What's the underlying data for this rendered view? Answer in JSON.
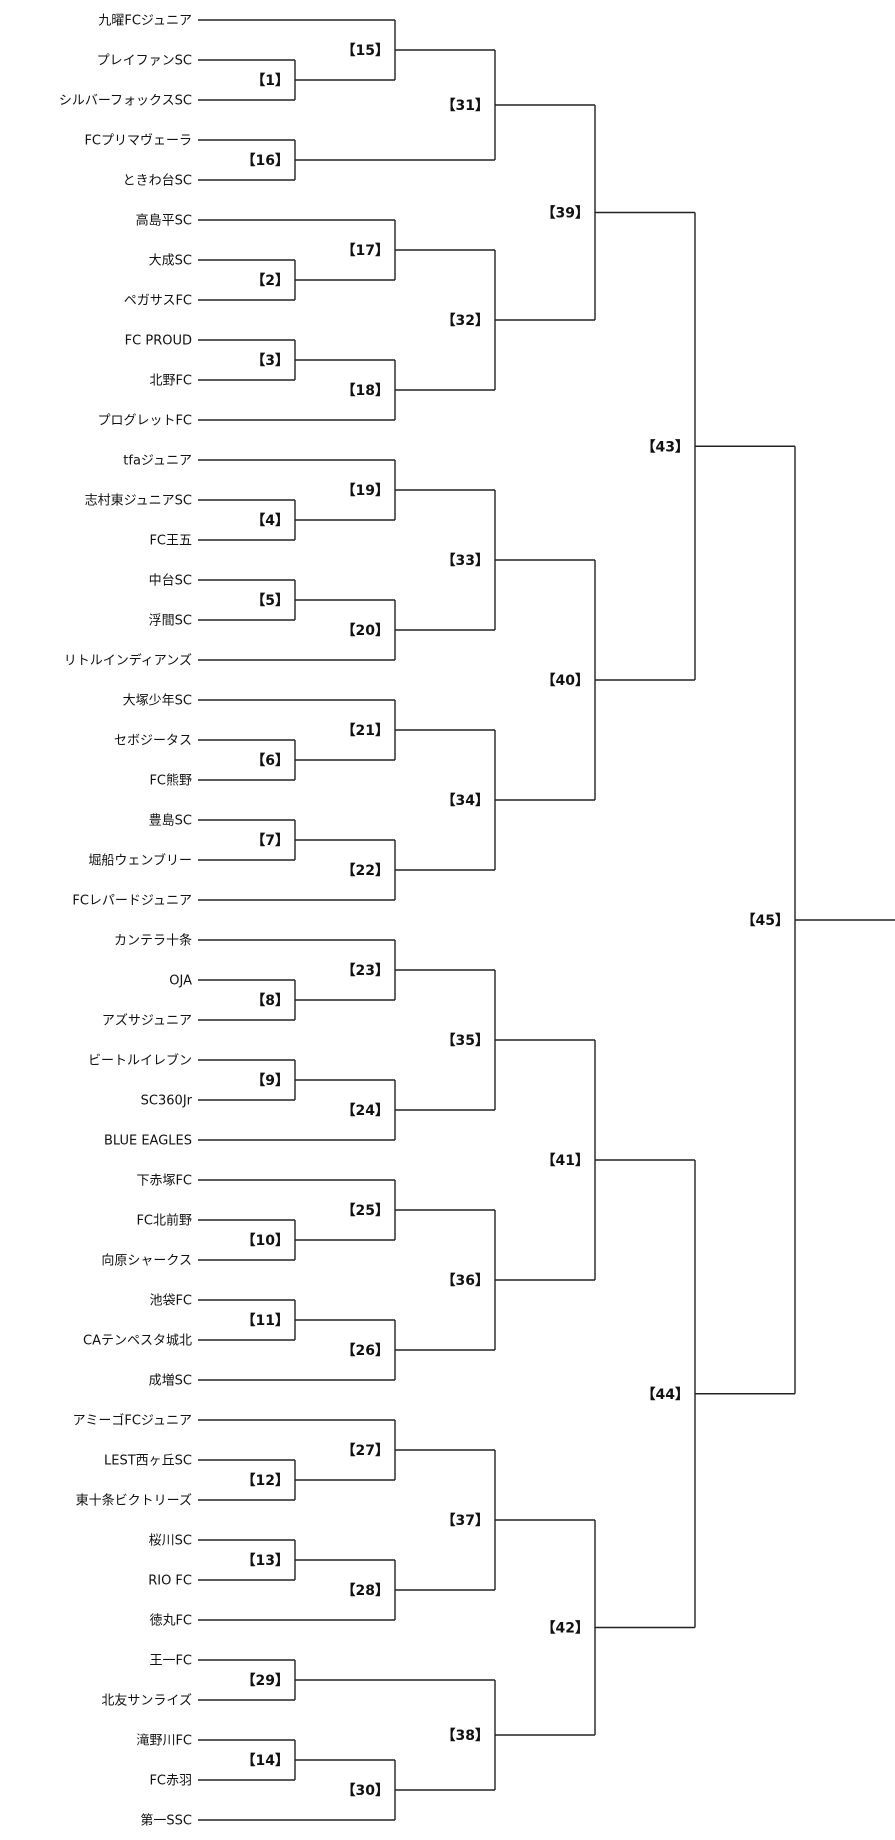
{
  "teams": [
    "九曜FCジュニア",
    "プレイファンSC",
    "シルバーフォックスSC",
    "FCプリマヴェーラ",
    "ときわ台SC",
    "高島平SC",
    "大成SC",
    "ペガサスFC",
    "FC PROUD",
    "北野FC",
    "プログレットFC",
    "tfaジュニア",
    "志村東ジュニアSC",
    "FC王五",
    "中台SC",
    "浮間SC",
    "リトルインディアンズ",
    "大塚少年SC",
    "セボジータス",
    "FC熊野",
    "豊島SC",
    "堀船ウェンブリー",
    "FCレパードジュニア",
    "カンテラ十条",
    "OJA",
    "アズサジュニア",
    "ビートルイレブン",
    "SC360Jr",
    "BLUE EAGLES",
    "下赤塚FC",
    "FC北前野",
    "向原シャークス",
    "池袋FC",
    "CAテンペスタ城北",
    "成増SC",
    "アミーゴFCジュニア",
    "LEST西ヶ丘SC",
    "東十条ビクトリーズ",
    "桜川SC",
    "RIO FC",
    "徳丸FC",
    "王一FC",
    "北友サンライズ",
    "滝野川FC",
    "FC赤羽",
    "第一SSC"
  ],
  "matches": [
    {
      "label": "【1】",
      "from": [
        1,
        2
      ]
    },
    {
      "label": "【2】",
      "from": [
        6,
        7
      ]
    },
    {
      "label": "【3】",
      "from": [
        8,
        9
      ]
    },
    {
      "label": "【4】",
      "from": [
        12,
        13
      ]
    },
    {
      "label": "【5】",
      "from": [
        14,
        15
      ]
    },
    {
      "label": "【6】",
      "from": [
        18,
        19
      ]
    },
    {
      "label": "【7】",
      "from": [
        20,
        21
      ]
    },
    {
      "label": "【8】",
      "from": [
        24,
        25
      ]
    },
    {
      "label": "【9】",
      "from": [
        26,
        27
      ]
    },
    {
      "label": "【10】",
      "from": [
        30,
        31
      ]
    },
    {
      "label": "【11】",
      "from": [
        32,
        33
      ]
    },
    {
      "label": "【12】",
      "from": [
        36,
        37
      ]
    },
    {
      "label": "【13】",
      "from": [
        38,
        39
      ]
    },
    {
      "label": "【14】",
      "from": [
        43,
        44
      ]
    },
    {
      "label": "【15】",
      "from": [
        0,
        "【1】"
      ]
    },
    {
      "label": "【16】",
      "from": [
        3,
        4
      ]
    },
    {
      "label": "【17】",
      "from": [
        5,
        "【2】"
      ]
    },
    {
      "label": "【18】",
      "from": [
        "【3】",
        10
      ]
    },
    {
      "label": "【19】",
      "from": [
        11,
        "【4】"
      ]
    },
    {
      "label": "【20】",
      "from": [
        "【5】",
        16
      ]
    },
    {
      "label": "【21】",
      "from": [
        17,
        "【6】"
      ]
    },
    {
      "label": "【22】",
      "from": [
        "【7】",
        22
      ]
    },
    {
      "label": "【23】",
      "from": [
        23,
        "【8】"
      ]
    },
    {
      "label": "【24】",
      "from": [
        "【9】",
        28
      ]
    },
    {
      "label": "【25】",
      "from": [
        29,
        "【10】"
      ]
    },
    {
      "label": "【26】",
      "from": [
        "【11】",
        34
      ]
    },
    {
      "label": "【27】",
      "from": [
        35,
        "【12】"
      ]
    },
    {
      "label": "【28】",
      "from": [
        "【13】",
        40
      ]
    },
    {
      "label": "【29】",
      "from": [
        41,
        42
      ]
    },
    {
      "label": "【30】",
      "from": [
        "【14】",
        45
      ]
    },
    {
      "label": "【31】",
      "from": [
        "【15】",
        "【16】"
      ]
    },
    {
      "label": "【32】",
      "from": [
        "【17】",
        "【18】"
      ]
    },
    {
      "label": "【33】",
      "from": [
        "【19】",
        "【20】"
      ]
    },
    {
      "label": "【34】",
      "from": [
        "【21】",
        "【22】"
      ]
    },
    {
      "label": "【35】",
      "from": [
        "【23】",
        "【24】"
      ]
    },
    {
      "label": "【36】",
      "from": [
        "【25】",
        "【26】"
      ]
    },
    {
      "label": "【37】",
      "from": [
        "【27】",
        "【28】"
      ]
    },
    {
      "label": "【38】",
      "from": [
        "【29】",
        "【30】"
      ]
    },
    {
      "label": "【39】",
      "from": [
        "【31】",
        "【32】"
      ]
    },
    {
      "label": "【40】",
      "from": [
        "【33】",
        "【34】"
      ]
    },
    {
      "label": "【41】",
      "from": [
        "【35】",
        "【36】"
      ]
    },
    {
      "label": "【42】",
      "from": [
        "【37】",
        "【38】"
      ]
    },
    {
      "label": "【43】",
      "from": [
        "【39】",
        "【40】"
      ]
    },
    {
      "label": "【44】",
      "from": [
        "【41】",
        "【42】"
      ]
    },
    {
      "label": "【45】",
      "from": [
        "【43】",
        "【44】"
      ]
    }
  ]
}
